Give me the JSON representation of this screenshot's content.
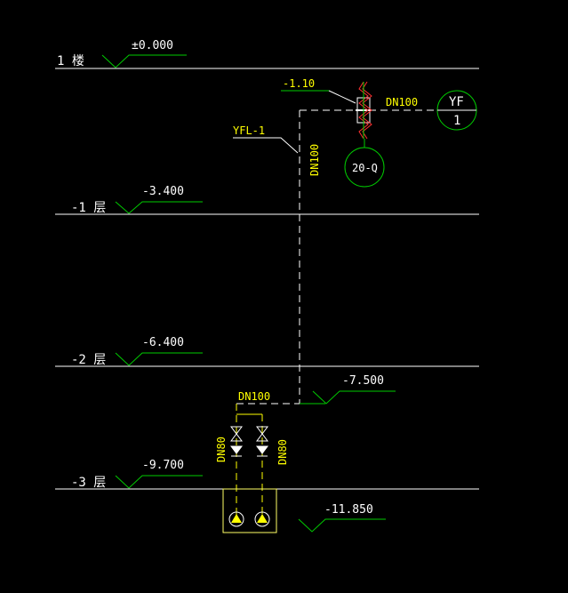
{
  "drawing": {
    "levels": [
      {
        "floor_label": "1 楼",
        "elevation": "±0.000"
      },
      {
        "floor_label": "-1 层",
        "elevation": "-3.400"
      },
      {
        "floor_label": "-2 层",
        "elevation": "-6.400"
      },
      {
        "floor_label": "-3 层",
        "elevation": "-9.700"
      }
    ],
    "extra_elevations": [
      "-1.10",
      "-7.500",
      "-11.850"
    ],
    "pipe_labels": {
      "riser_id": "YFL-1",
      "riser_size": "DN100",
      "top_branch_size": "DN100",
      "bottom_branch_size": "DN100",
      "pump_left_size": "DN80",
      "pump_right_size": "DN80"
    },
    "markers": {
      "yf_top": "YF",
      "yf_bottom": "1",
      "equipment_tag": "20-Q"
    },
    "colors": {
      "background": "#000000",
      "floor_line": "#ffffff",
      "elevation_mark": "#00cc00",
      "pipe_label": "#ffff00",
      "dashed_pipe": "#ffffff",
      "flex_joint": "#ff3030"
    }
  }
}
